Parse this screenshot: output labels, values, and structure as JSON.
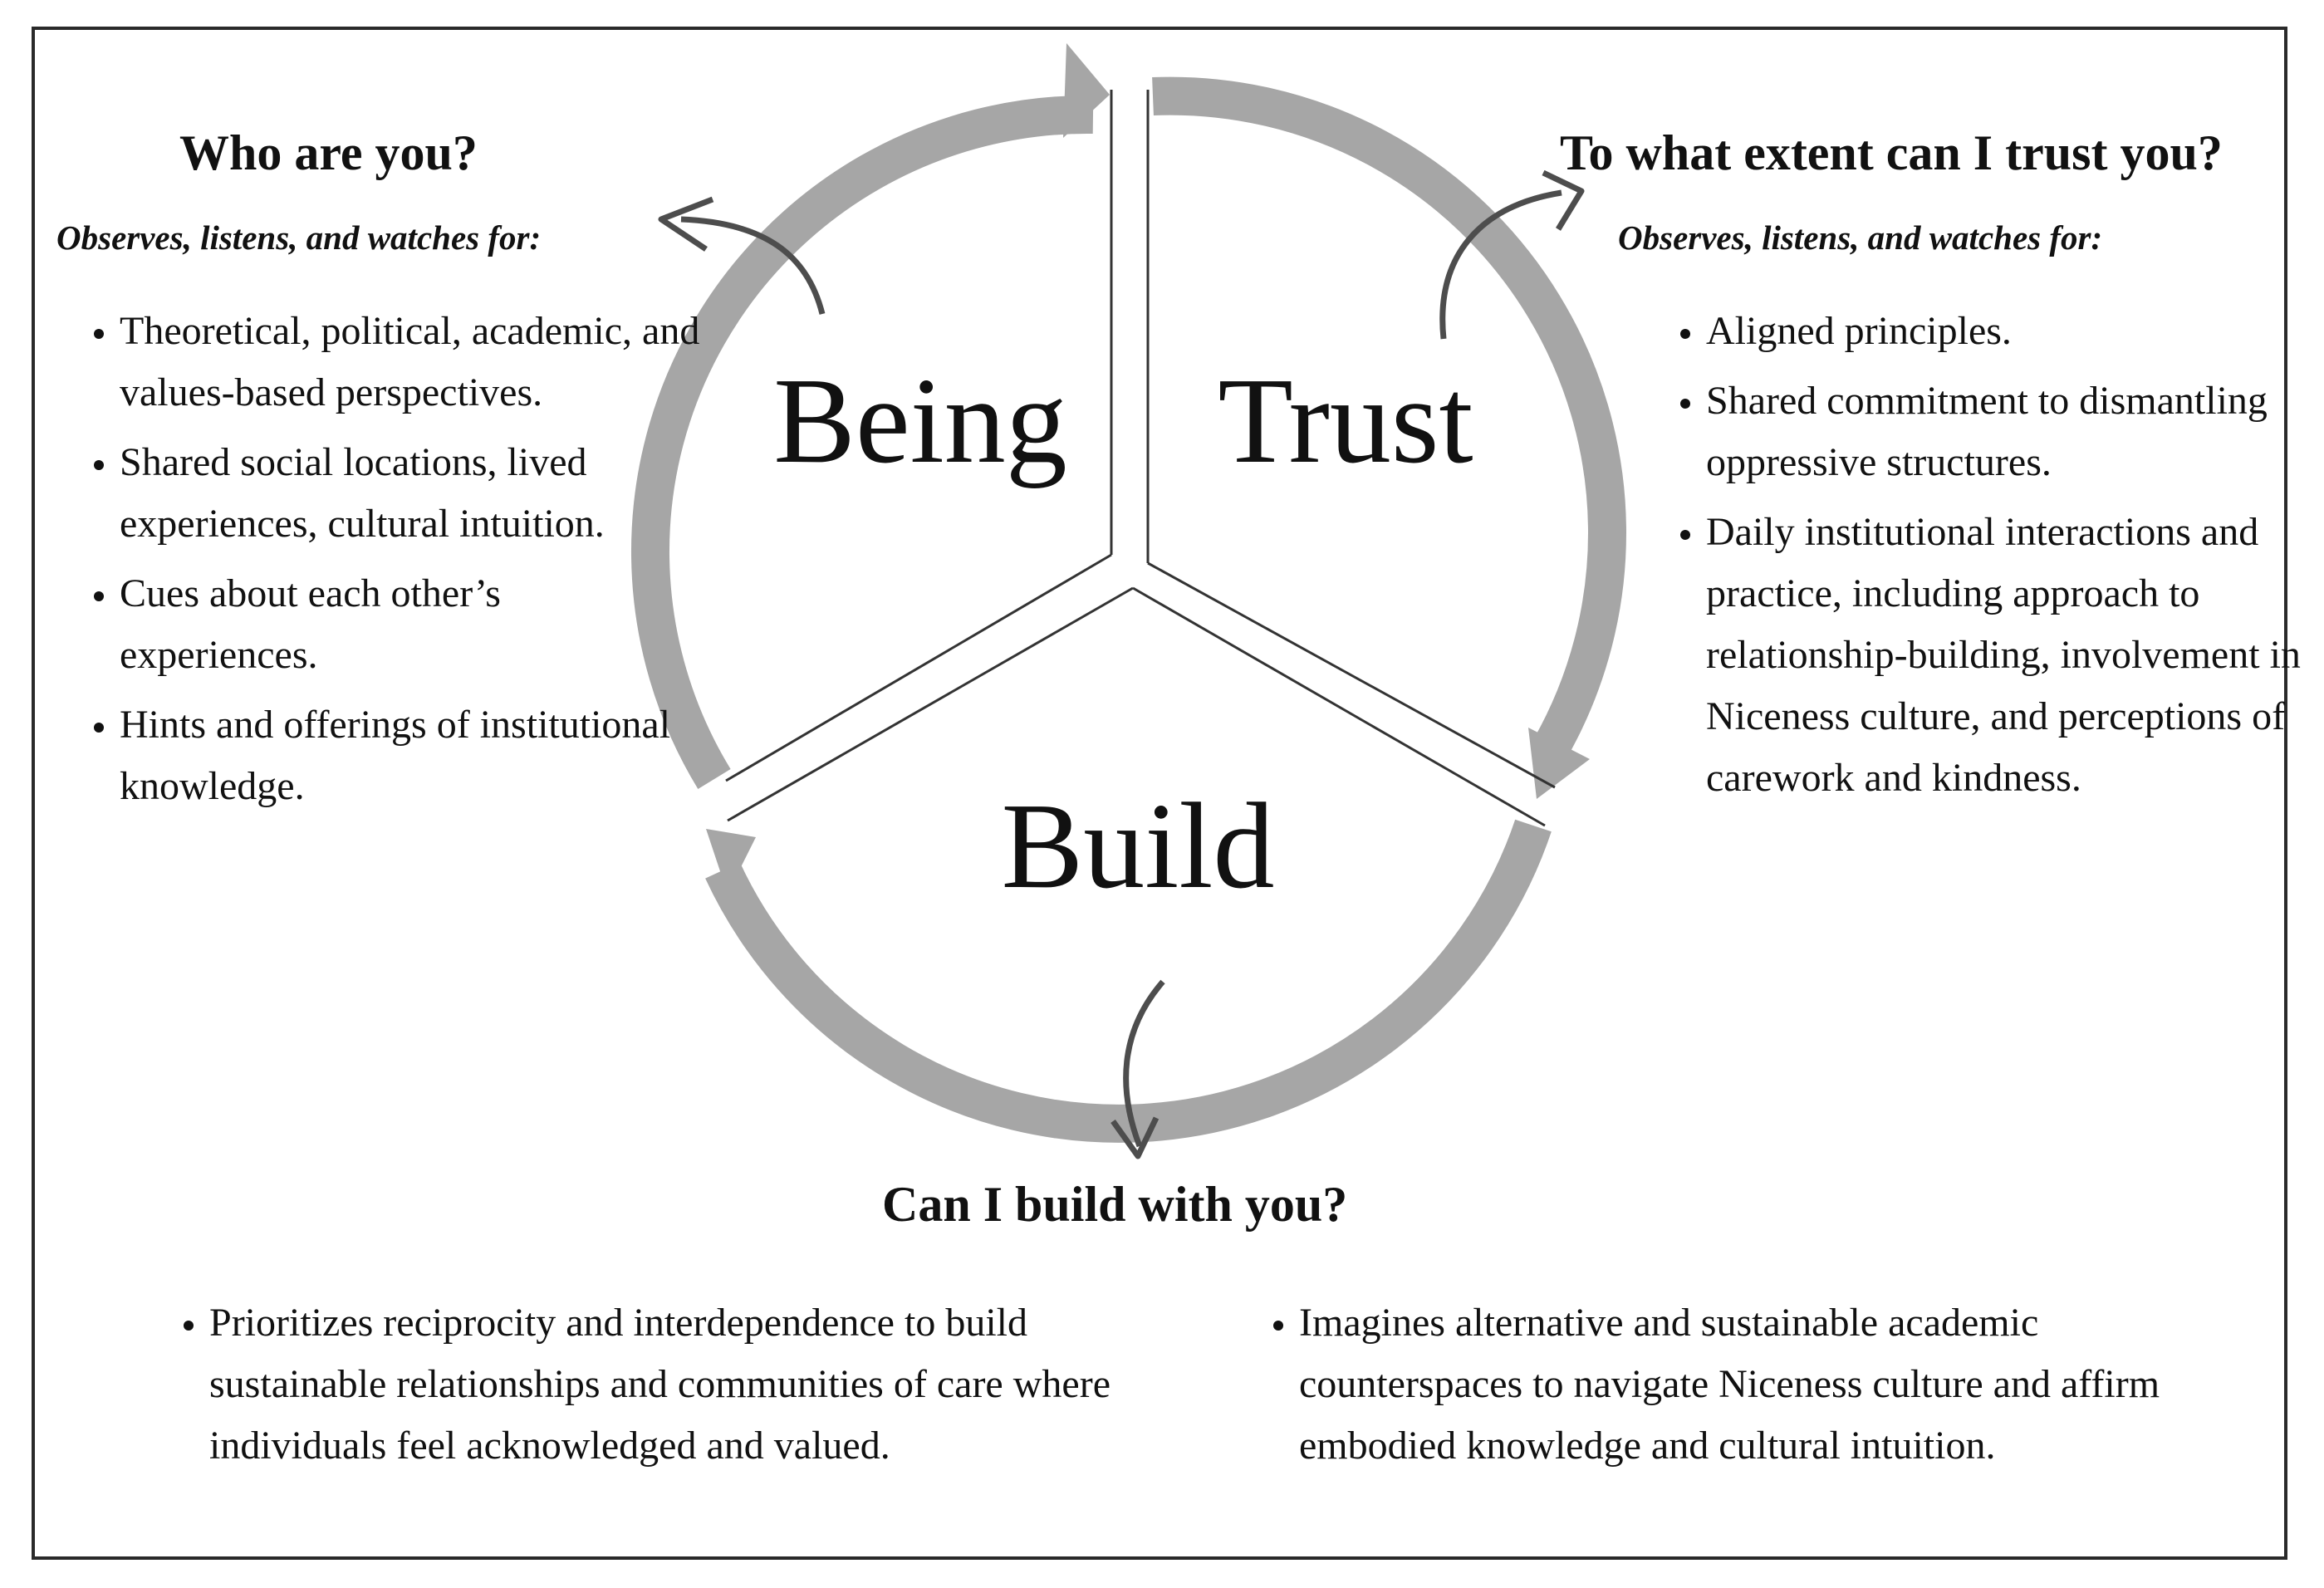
{
  "cycle": {
    "being": "Being",
    "trust": "Trust",
    "build": "Build",
    "ring_color": "#a6a6a6",
    "arrow_color": "#4d4d4d"
  },
  "being_panel": {
    "question": "Who are you?",
    "prompt": "Observes, listens, and watches for:",
    "items": [
      "Theoretical, political, academic, and values-based perspectives.",
      "Shared social locations, lived experiences, cultural intuition.",
      "Cues about each other’s experiences.",
      "Hints and offerings of institutional knowledge."
    ]
  },
  "trust_panel": {
    "question": "To what extent can I trust you?",
    "prompt": "Observes, listens, and watches for:",
    "items": [
      "Aligned principles.",
      "Shared commitment to dismantling oppressive structures.",
      "Daily institutional interactions and practice, including approach to relationship-building, involvement in Niceness culture, and perceptions of carework and kindness."
    ]
  },
  "build_panel": {
    "question": "Can I build with you?",
    "items_left": [
      "Prioritizes reciprocity and interdependence to build sustainable relationships and communities of care where individuals feel acknowledged and valued."
    ],
    "items_right": [
      "Imagines alternative and sustainable academic counterspaces to navigate Niceness culture and affirm embodied knowledge and cultural intuition."
    ]
  }
}
